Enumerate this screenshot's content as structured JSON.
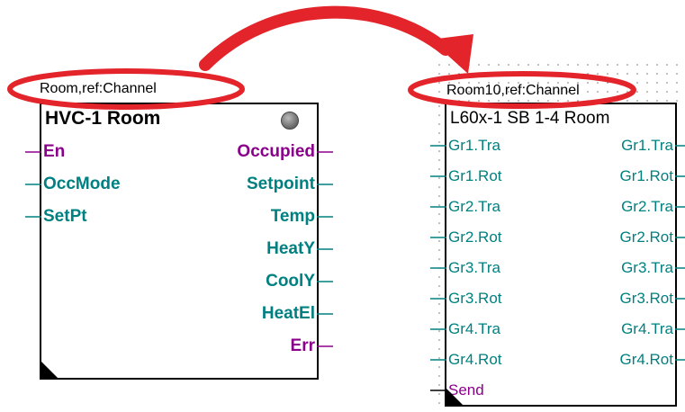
{
  "blocks": [
    {
      "ref_label": "Room,ref:Channel",
      "title": "HVC-1 Room",
      "inputs": [
        "En",
        "OccMode",
        "SetPt"
      ],
      "input_colors": [
        "purple",
        "teal",
        "teal"
      ],
      "outputs": [
        "Occupied",
        "Setpoint",
        "Temp",
        "HeatY",
        "CoolY",
        "HeatEl",
        "Err"
      ],
      "output_colors": [
        "purple",
        "teal",
        "teal",
        "teal",
        "teal",
        "teal",
        "purple"
      ],
      "status_icon": "status-led-icon"
    },
    {
      "ref_label": "Room10,ref:Channel",
      "title": "L60x-1 SB 1-4 Room",
      "inputs": [
        "Gr1.Tra",
        "Gr1.Rot",
        "Gr2.Tra",
        "Gr2.Rot",
        "Gr3.Tra",
        "Gr3.Rot",
        "Gr4.Tra",
        "Gr4.Rot",
        "Send"
      ],
      "input_colors": [
        "teal",
        "teal",
        "teal",
        "teal",
        "teal",
        "teal",
        "teal",
        "teal",
        "purple"
      ],
      "outputs": [
        "Gr1.Tra",
        "Gr1.Rot",
        "Gr2.Tra",
        "Gr2.Rot",
        "Gr3.Tra",
        "Gr3.Rot",
        "Gr4.Tra",
        "Gr4.Rot"
      ],
      "output_colors": [
        "teal",
        "teal",
        "teal",
        "teal",
        "teal",
        "teal",
        "teal",
        "teal"
      ]
    }
  ],
  "colors": {
    "highlight_red": "#e3242b",
    "teal": "#008080",
    "purple": "#8b008b"
  }
}
